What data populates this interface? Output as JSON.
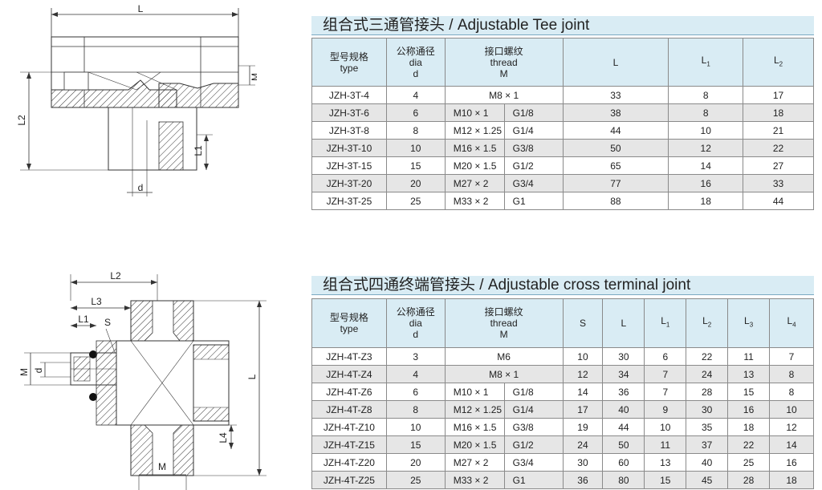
{
  "tee": {
    "title": "组合式三通管接头 / Adjustable Tee joint",
    "header": {
      "model": [
        "型号规格",
        "type"
      ],
      "dia": [
        "公称通径",
        "dia",
        "d"
      ],
      "thread": [
        "接口螺纹",
        "thread",
        "M"
      ],
      "L": "L",
      "L1": "L",
      "L1_sub": "1",
      "L2": "L",
      "L2_sub": "2"
    },
    "rows": [
      {
        "type": "JZH-3T-4",
        "d": "4",
        "m": "M8 × 1",
        "g": "",
        "L": "33",
        "L1": "8",
        "L2": "17"
      },
      {
        "type": "JZH-3T-6",
        "d": "6",
        "m": "M10 × 1",
        "g": "G1/8",
        "L": "38",
        "L1": "8",
        "L2": "18"
      },
      {
        "type": "JZH-3T-8",
        "d": "8",
        "m": "M12 × 1.25",
        "g": "G1/4",
        "L": "44",
        "L1": "10",
        "L2": "21"
      },
      {
        "type": "JZH-3T-10",
        "d": "10",
        "m": "M16 × 1.5",
        "g": "G3/8",
        "L": "50",
        "L1": "12",
        "L2": "22"
      },
      {
        "type": "JZH-3T-15",
        "d": "15",
        "m": "M20 × 1.5",
        "g": "G1/2",
        "L": "65",
        "L1": "14",
        "L2": "27"
      },
      {
        "type": "JZH-3T-20",
        "d": "20",
        "m": "M27 × 2",
        "g": "G3/4",
        "L": "77",
        "L1": "16",
        "L2": "33"
      },
      {
        "type": "JZH-3T-25",
        "d": "25",
        "m": "M33 × 2",
        "g": "G1",
        "L": "88",
        "L1": "18",
        "L2": "44"
      }
    ],
    "drawing_labels": {
      "L": "L",
      "M": "M",
      "L2": "L2",
      "L1": "L1",
      "d": "d"
    }
  },
  "cross": {
    "title": "组合式四通终端管接头 / Adjustable cross terminal joint",
    "header": {
      "model": [
        "型号规格",
        "type"
      ],
      "dia": [
        "公称通径",
        "dia",
        "d"
      ],
      "thread": [
        "接口螺纹",
        "thread",
        "M"
      ],
      "S": "S",
      "L": "L",
      "L1": "L",
      "L1_sub": "1",
      "L2": "L",
      "L2_sub": "2",
      "L3": "L",
      "L3_sub": "3",
      "L4": "L",
      "L4_sub": "4"
    },
    "rows": [
      {
        "type": "JZH-4T-Z3",
        "d": "3",
        "m": "M6",
        "g": "",
        "S": "10",
        "L": "30",
        "L1": "6",
        "L2": "22",
        "L3": "11",
        "L4": "7"
      },
      {
        "type": "JZH-4T-Z4",
        "d": "4",
        "m": "M8 × 1",
        "g": "",
        "S": "12",
        "L": "34",
        "L1": "7",
        "L2": "24",
        "L3": "13",
        "L4": "8"
      },
      {
        "type": "JZH-4T-Z6",
        "d": "6",
        "m": "M10 × 1",
        "g": "G1/8",
        "S": "14",
        "L": "36",
        "L1": "7",
        "L2": "28",
        "L3": "15",
        "L4": "8"
      },
      {
        "type": "JZH-4T-Z8",
        "d": "8",
        "m": "M12 × 1.25",
        "g": "G1/4",
        "S": "17",
        "L": "40",
        "L1": "9",
        "L2": "30",
        "L3": "16",
        "L4": "10"
      },
      {
        "type": "JZH-4T-Z10",
        "d": "10",
        "m": "M16 × 1.5",
        "g": "G3/8",
        "S": "19",
        "L": "44",
        "L1": "10",
        "L2": "35",
        "L3": "18",
        "L4": "12"
      },
      {
        "type": "JZH-4T-Z15",
        "d": "15",
        "m": "M20 × 1.5",
        "g": "G1/2",
        "S": "24",
        "L": "50",
        "L1": "11",
        "L2": "37",
        "L3": "22",
        "L4": "14"
      },
      {
        "type": "JZH-4T-Z20",
        "d": "20",
        "m": "M27 × 2",
        "g": "G3/4",
        "S": "30",
        "L": "60",
        "L1": "13",
        "L2": "40",
        "L3": "25",
        "L4": "16"
      },
      {
        "type": "JZH-4T-Z25",
        "d": "25",
        "m": "M33 × 2",
        "g": "G1",
        "S": "36",
        "L": "80",
        "L1": "15",
        "L2": "45",
        "L3": "28",
        "L4": "18"
      }
    ],
    "drawing_labels": {
      "L2": "L2",
      "L3": "L3",
      "L1": "L1",
      "S": "S",
      "M": "M",
      "d": "d",
      "L": "L",
      "L4": "L4",
      "M_bottom": "M"
    }
  }
}
